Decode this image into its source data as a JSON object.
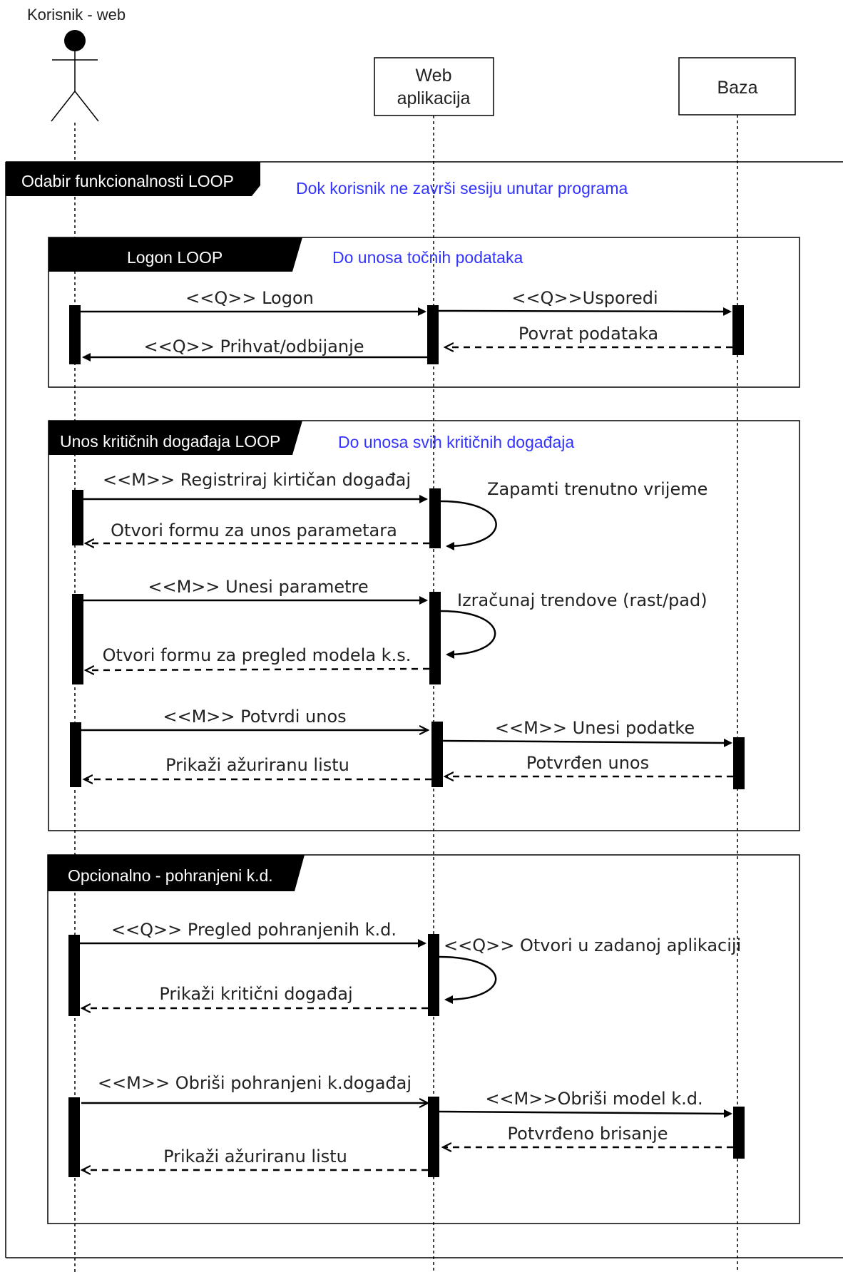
{
  "actor": {
    "label": "Korisnik - web"
  },
  "participants": {
    "web_line1": "Web",
    "web_line2": "aplikacija",
    "db": "Baza"
  },
  "colors": {
    "condition_text": "#3333ff",
    "fragment_tag_bg": "#000000"
  },
  "outer_loop": {
    "tag": "Odabir funkcionalnosti LOOP",
    "condition": "Dok korisnik ne završi sesiju unutar programa"
  },
  "logon_loop": {
    "tag": "Logon LOOP",
    "condition": "Do unosa točnih podataka",
    "messages": {
      "logon": "<<Q>> Logon",
      "usporedi": "<<Q>>Usporedi",
      "povrat": "Povrat podataka",
      "prihvat": "<<Q>> Prihvat/odbijanje"
    }
  },
  "events_loop": {
    "tag": "Unos kritičnih događaja LOOP",
    "condition": "Do unosa svih kritičnih događaja",
    "messages": {
      "registriraj": "<<M>> Registriraj kirtičan događaj",
      "zapamti": "Zapamti trenutno vrijeme",
      "otvori_formu": "Otvori formu za unos parametara",
      "unesi_parametre": "<<M>> Unesi parametre",
      "izracunaj": "Izračunaj trendove (rast/pad)",
      "otvori_pregled": "Otvori formu za pregled modela k.s.",
      "potvrdi_unos": "<<M>> Potvrdi unos",
      "unesi_podatke": "<<M>> Unesi podatke",
      "potvrden_unos": "Potvrđen unos",
      "prikazi_listu": "Prikaži ažuriranu listu"
    }
  },
  "optional_frag": {
    "tag": "Opcionalno - pohranjeni k.d.",
    "messages": {
      "pregled": "<<Q>> Pregled pohranjenih k.d.",
      "otvori_app": "<<Q>> Otvori u zadanoj aplikaciji",
      "prikazi_kd": "Prikaži kritični događaj",
      "obrisi_kd": "<<M>> Obriši pohranjeni k.događaj",
      "obrisi_model": "<<M>>Obriši model k.d.",
      "potvrdeno_brisanje": "Potvrđeno brisanje",
      "prikazi_listu2": "Prikaži ažuriranu listu"
    }
  }
}
